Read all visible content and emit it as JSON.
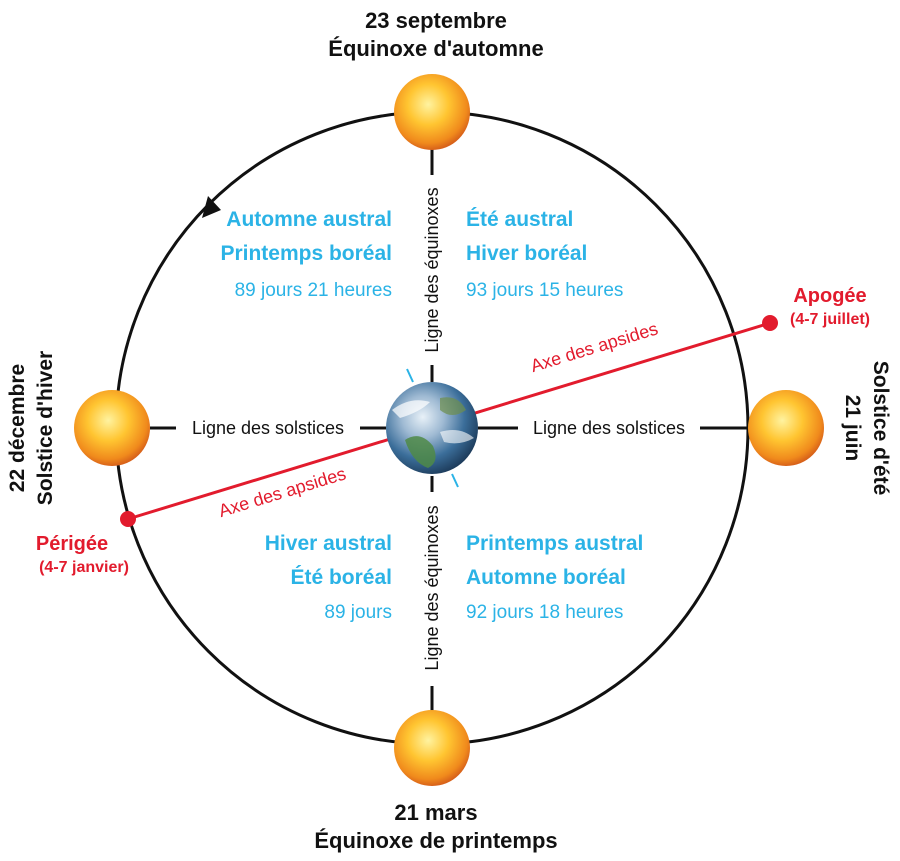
{
  "seasons_top": {
    "date": "23 septembre",
    "name": "Équinoxe d'automne"
  },
  "seasons_bottom": {
    "date": "21 mars",
    "name": "Équinoxe de printemps"
  },
  "seasons_left": {
    "date": "22 décembre",
    "name": "Solstice d'hiver"
  },
  "seasons_right": {
    "date": "21 juin",
    "name": "Solstice d'été"
  },
  "lines": {
    "equinoxes_top": "Ligne des équinoxes",
    "equinoxes_bottom": "Ligne des équinoxes",
    "solstices_left": "Ligne des solstices",
    "solstices_right": "Ligne des solstices",
    "apsides_upper": "Axe des apsides",
    "apsides_lower": "Axe des apsides"
  },
  "quadrants": {
    "top_left": {
      "line1": "Automne austral",
      "line2": "Printemps boréal",
      "duration": "89 jours 21 heures"
    },
    "top_right": {
      "line1": "Été austral",
      "line2": "Hiver boréal",
      "duration": "93 jours 15 heures"
    },
    "bottom_left": {
      "line1": "Hiver austral",
      "line2": "Été boréal",
      "duration": "89 jours"
    },
    "bottom_right": {
      "line1": "Printemps austral",
      "line2": "Automne boréal",
      "duration": "92 jours 18 heures"
    }
  },
  "apogee": {
    "label": "Apogée",
    "dates": "(4-7 juillet)"
  },
  "perigee": {
    "label": "Périgée",
    "dates": "(4-7 janvier)"
  },
  "colors": {
    "orbit": "#111111",
    "apsides": "#e21b2d",
    "blue_text": "#2bb3e6",
    "sun_core": "#ffd23a",
    "sun_edge": "#e8741a"
  }
}
